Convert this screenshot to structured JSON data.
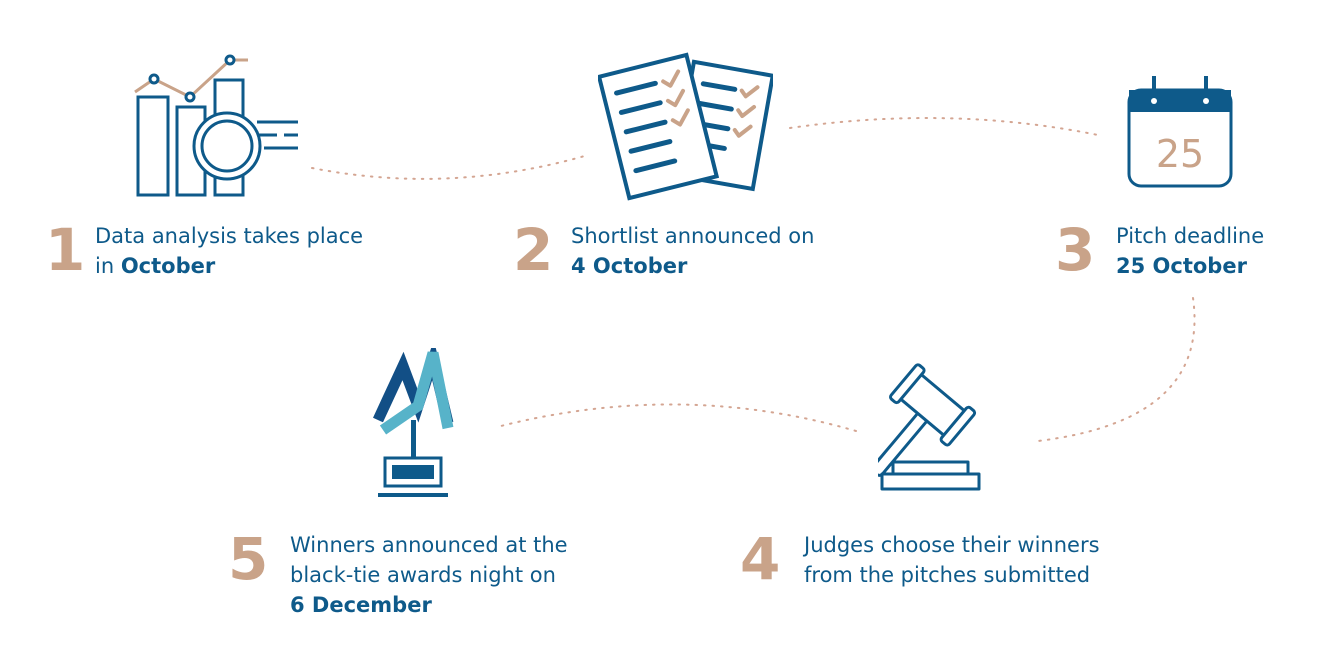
{
  "colors": {
    "navy": "#0e5a8a",
    "tan": "#c9a389",
    "teal": "#57b3c9",
    "dark_navy": "#124f86"
  },
  "steps": [
    {
      "number": "1",
      "line1": "Data analysis takes place",
      "line2_prefix": "in ",
      "line2_bold": "October",
      "icon": "chart-magnifier-icon"
    },
    {
      "number": "2",
      "line1": "Shortlist announced on",
      "line2_bold": "4 October",
      "icon": "checklist-documents-icon"
    },
    {
      "number": "3",
      "line1": "Pitch deadline",
      "line2_bold": "25 October",
      "icon": "calendar-icon",
      "calendar_day": "25"
    },
    {
      "number": "4",
      "line1": "Judges choose their winners",
      "line2": "from the pitches submitted",
      "icon": "gavel-icon"
    },
    {
      "number": "5",
      "line1": "Winners announced at the",
      "line2": "black-tie awards night on",
      "line3_bold": "6 December",
      "icon": "trophy-icon"
    }
  ]
}
